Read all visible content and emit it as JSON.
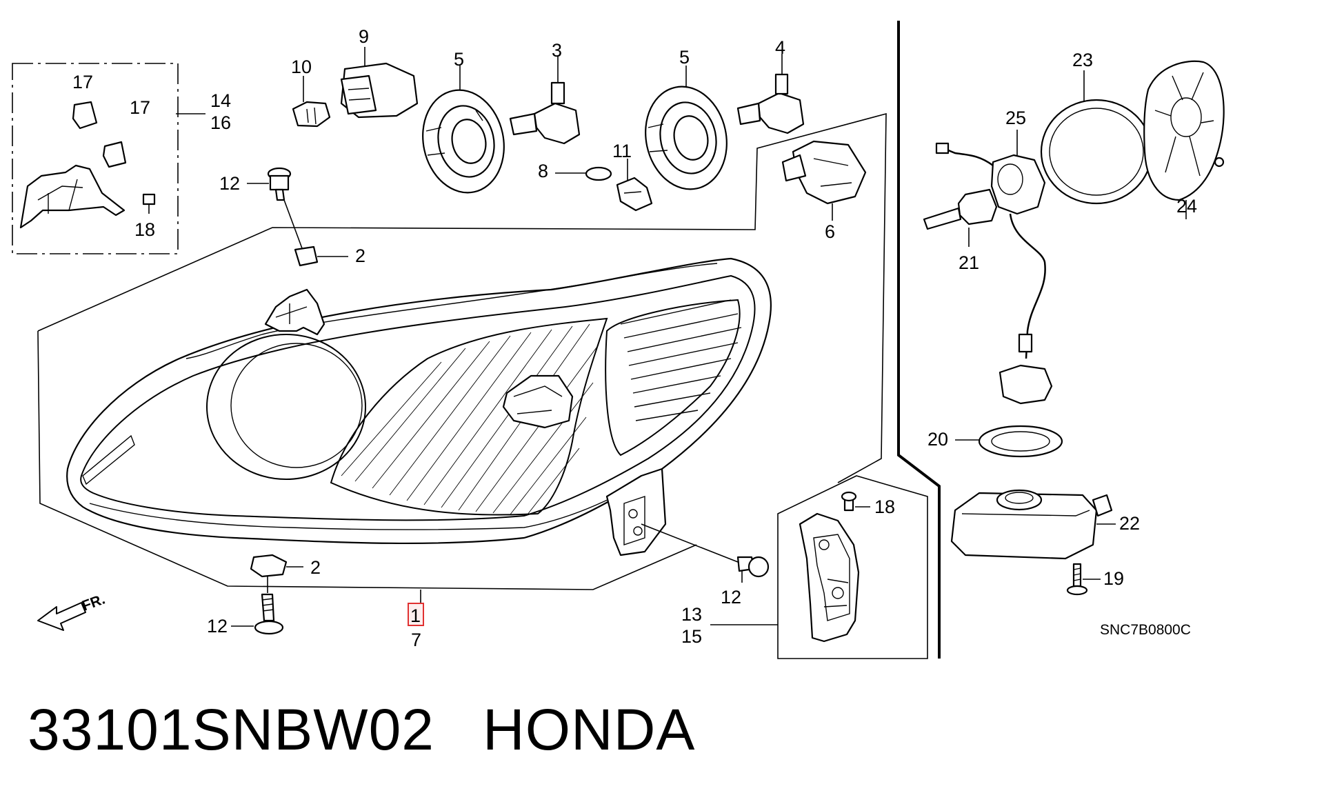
{
  "labels": {
    "p1": "1",
    "p2a": "2",
    "p2b": "2",
    "p3": "3",
    "p4": "4",
    "p5a": "5",
    "p5b": "5",
    "p6": "6",
    "p7": "7",
    "p8": "8",
    "p9": "9",
    "p10": "10",
    "p11": "11",
    "p12a": "12",
    "p12b": "12",
    "p12c": "12",
    "p13": "13",
    "p14": "14",
    "p15": "15",
    "p16": "16",
    "p17a": "17",
    "p17b": "17",
    "p18a": "18",
    "p18b": "18",
    "p19": "19",
    "p20": "20",
    "p21": "21",
    "p22": "22",
    "p23": "23",
    "p24": "24",
    "p25": "25"
  },
  "direction_label": "FR.",
  "diagram_code": "SNC7B0800C",
  "part_number": "33101SNBW02",
  "brand": "HONDA",
  "highlight_color": "#e03030"
}
